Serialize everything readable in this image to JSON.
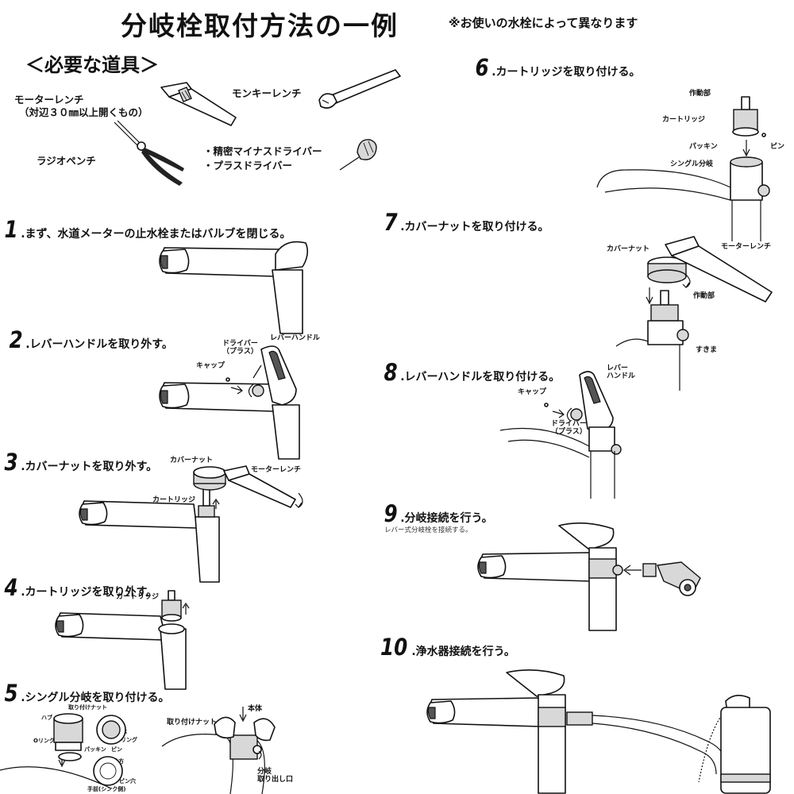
{
  "header": {
    "title": "分岐栓取付方法の一例",
    "note": "※お使いの水栓によって異なります"
  },
  "tools": {
    "heading": "＜必要な道具＞",
    "motor_wrench": "モーターレンチ",
    "motor_wrench_note": "（対辺３０㎜以上開くもの）",
    "monkey_wrench": "モンキーレンチ",
    "radio_pliers": "ラジオペンチ",
    "precision_driver": "・精密マイナスドライバー",
    "plus_driver": "・プラスドライバー"
  },
  "steps": [
    {
      "num": "1",
      "text": ".まず、水道メーターの止水栓またはバルブを閉じる。"
    },
    {
      "num": "2",
      "text": ".レバーハンドルを取り外す。",
      "labels": {
        "driver": "ドライバー\n（プラス）",
        "cap": "キャップ",
        "lever": "レバーハンドル"
      }
    },
    {
      "num": "3",
      "text": ".カバーナットを取り外す。",
      "labels": {
        "cover_nut": "カバーナット",
        "motor_wrench": "モーターレンチ",
        "cartridge": "カートリッジ"
      }
    },
    {
      "num": "4",
      "text": ".カートリッジを取り外す。",
      "labels": {
        "cartridge": "カートリッジ"
      }
    },
    {
      "num": "5",
      "text": ".シングル分岐を取り付ける。",
      "labels": {
        "fitting_nut": "取り付けナット",
        "hub": "ハブ",
        "back": "後方",
        "o_ring": "Oリング",
        "body": "本体",
        "o_ring2": "Oリング",
        "packing": "パッキン",
        "pin": "ピン",
        "back2": "後方",
        "pin_hole": "ピン穴",
        "front": "手前(シンク側)",
        "fitting_nut2": "取り付けナット",
        "body2": "本体",
        "branch_outlet": "分岐\n取り出し口"
      }
    },
    {
      "num": "6",
      "text": ".カートリッジを取り付ける。",
      "labels": {
        "action": "作動部",
        "cartridge": "カートリッジ",
        "packing": "パッキン",
        "pin": "ピン",
        "single_branch": "シングル分岐",
        "motor_wrench": "モーターレンチ"
      }
    },
    {
      "num": "7",
      "text": ".カバーナットを取り付ける。",
      "labels": {
        "cover_nut": "カバーナット",
        "action": "作動部",
        "gap": "すきま"
      }
    },
    {
      "num": "8",
      "text": ".レバーハンドルを取り付ける。",
      "labels": {
        "lever": "レバー\nハンドル",
        "cap": "キャップ",
        "driver": "ドライバー\n（プラス）"
      }
    },
    {
      "num": "9",
      "text": ".分岐接続を行う。",
      "sub": "レバー式分岐栓を接続する。"
    },
    {
      "num": "10",
      "text": ".浄水器接続を行う。"
    }
  ]
}
